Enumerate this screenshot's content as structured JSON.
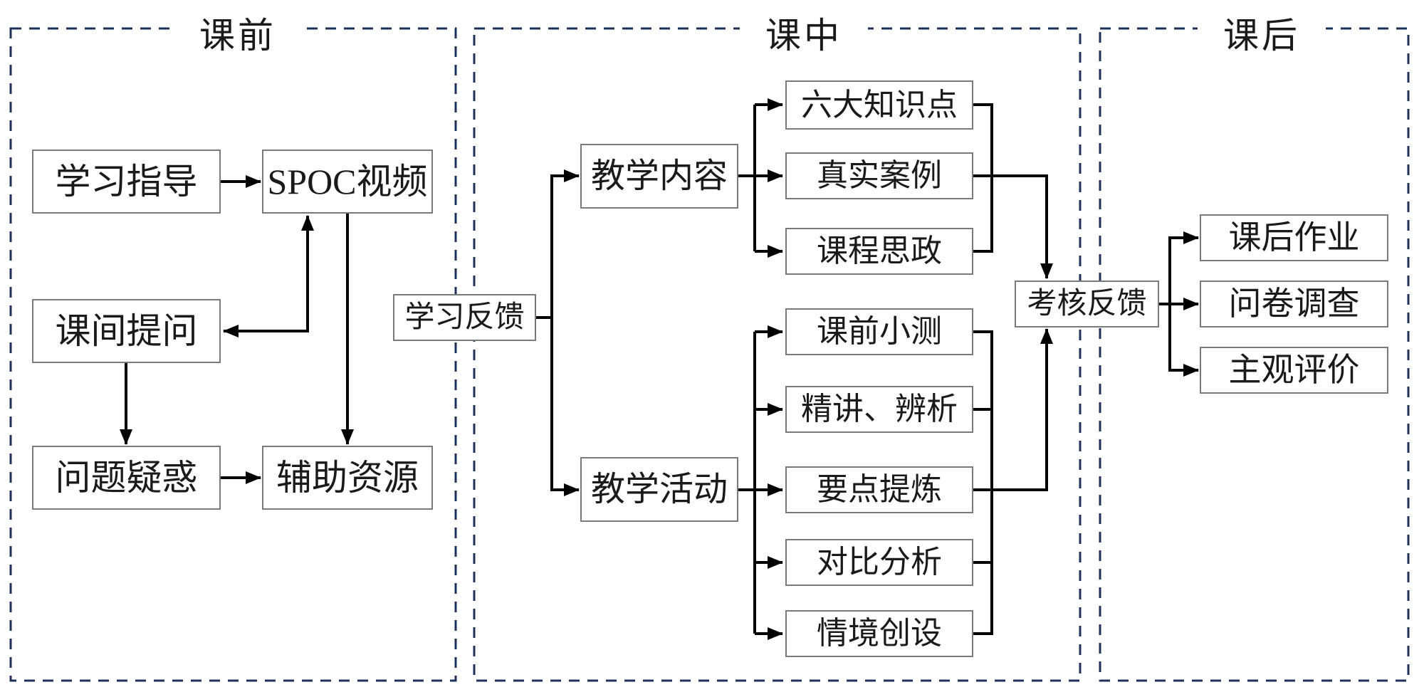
{
  "sections": {
    "pre": {
      "title": "课前"
    },
    "during": {
      "title": "课中"
    },
    "post": {
      "title": "课后"
    }
  },
  "nodes": {
    "study_guidance": "学习指导",
    "spoc_video": "SPOC视频",
    "class_questions": "课间提问",
    "problem_doubts": "问题疑惑",
    "auxiliary_resources": "辅助资源",
    "learning_feedback": "学习反馈",
    "teaching_content": "教学内容",
    "teaching_activities": "教学活动",
    "six_knowledge_points": "六大知识点",
    "real_cases": "真实案例",
    "course_ideology": "课程思政",
    "pre_class_quiz": "课前小测",
    "explain_discriminate": "精讲、辨析",
    "key_point_refining": "要点提炼",
    "comparative_analysis": "对比分析",
    "scenario_creation": "情境创设",
    "assessment_feedback": "考核反馈",
    "after_class_homework": "课后作业",
    "questionnaire_survey": "问卷调查",
    "subjective_evaluation": "主观评价"
  },
  "colors": {
    "background": "#ffffff",
    "section_border": "#1f3159",
    "box_border": "#7a7a7a",
    "arrow": "#000000",
    "text": "#1a1a1a"
  }
}
